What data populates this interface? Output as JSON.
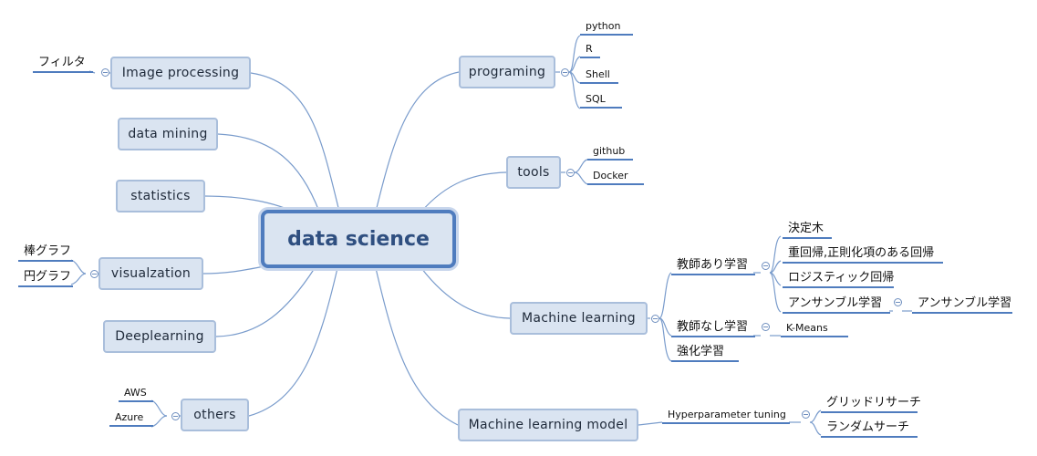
{
  "center": "data science",
  "branches": {
    "image_processing": "Image processing",
    "data_mining": "data mining",
    "statistics": "statistics",
    "visualzation": "visualzation",
    "deeplearning": "Deeplearning",
    "others": "others",
    "programing": "programing",
    "tools": "tools",
    "machine_learning": "Machine learning",
    "machine_learning_model": "Machine learning model"
  },
  "leaves": {
    "filter": "フィルタ",
    "bar_graph": "棒グラフ",
    "pie_graph": "円グラフ",
    "aws": "AWS",
    "azure": "Azure",
    "python": "python",
    "r": "R",
    "shell": "Shell",
    "sql": "SQL",
    "github": "github",
    "docker": "Docker",
    "supervised": "教師あり学習",
    "unsupervised": "教師なし学習",
    "reinforcement": "強化学習",
    "decision_tree": "決定木",
    "regularized_regression": "重回帰,正則化項のある回帰",
    "logistic_regression": "ロジスティック回帰",
    "ensemble": "アンサンブル学習",
    "ensemble_child": "アンサンブル学習",
    "kmeans": "K-Means",
    "hyperparameter_tuning": "Hyperparameter tuning",
    "grid_search": "グリッドリサーチ",
    "random_search": "ランダムサーチ"
  },
  "colors": {
    "node_fill": "#dae4f1",
    "node_border": "#a9bedb",
    "center_border": "#4f7cbe",
    "line": "#7a9ccc",
    "underline": "#4f7cbe"
  }
}
